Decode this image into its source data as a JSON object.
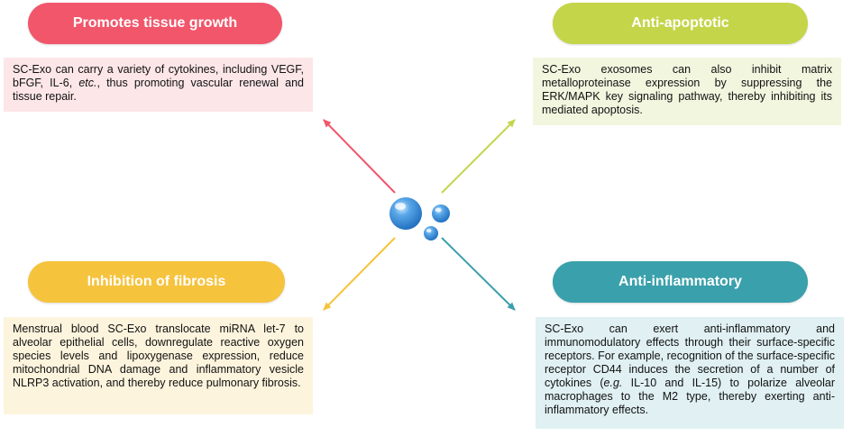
{
  "nodes": {
    "top_left": {
      "title": "Promotes tissue growth",
      "color": "#f1566b",
      "text_before": "SC-Exo can carry a variety of cytokines, including VEGF, bFGF, IL-6, ",
      "text_italic": "etc.",
      "text_after": ", thus promoting vascular renewal and tissue repair."
    },
    "top_right": {
      "title": "Anti-apoptotic",
      "color": "#c4d549",
      "text": "SC-Exo exosomes can also inhibit matrix metalloproteinase expression by suppressing the ERK/MAPK key signaling pathway, thereby inhibiting its mediated apoptosis."
    },
    "bottom_left": {
      "title": "Inhibition of fibrosis",
      "color": "#f6c33d",
      "text": "Menstrual blood SC-Exo translocate miRNA let-7 to alveolar epithelial cells, downregulate reactive oxygen species levels and lipoxygenase expression, reduce mitochondrial DNA damage and inflammatory vesicle NLRP3 activation, and thereby reduce pulmonary fibrosis."
    },
    "bottom_right": {
      "title": "Anti-inflammatory",
      "color": "#3aa0ab",
      "text_before": "SC-Exo can exert anti-inflammatory and immunomodulatory effects through their surface-specific receptors. For example, recognition of the surface-specific receptor CD44 induces the secretion of a number of cytokines (",
      "text_italic": "e.g.",
      "text_after": " IL-10 and IL-15) to polarize alveolar macrophages to the M2 type, thereby exerting anti-inflammatory effects."
    }
  },
  "center": {
    "icon": "exosome-bubbles-icon",
    "color": "#3a8fd6"
  }
}
